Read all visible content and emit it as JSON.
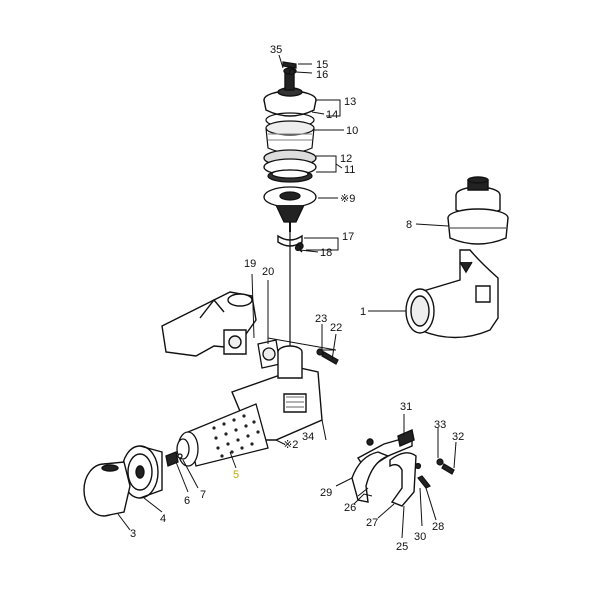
{
  "colors": {
    "ink": "#111111",
    "paper": "#ffffff",
    "highlight": "#c8a400"
  },
  "callouts": {
    "n1": "1",
    "n2": "※2",
    "n3": "3",
    "n4": "4",
    "n5": "5",
    "n6": "6",
    "n7": "7",
    "n8": "8",
    "n9": "※9",
    "n10": "10",
    "n11": "11",
    "n12": "12",
    "n13": "13",
    "n14": "14",
    "n15": "15",
    "n16": "16",
    "n17": "17",
    "n18": "18",
    "n19": "19",
    "n20": "20",
    "n22": "22",
    "n23": "23",
    "n25": "25",
    "n26": "26",
    "n27": "27",
    "n28": "28",
    "n29": "29",
    "n30": "30",
    "n31": "31",
    "n32": "32",
    "n33": "33",
    "n34": "34",
    "n35": "35"
  }
}
